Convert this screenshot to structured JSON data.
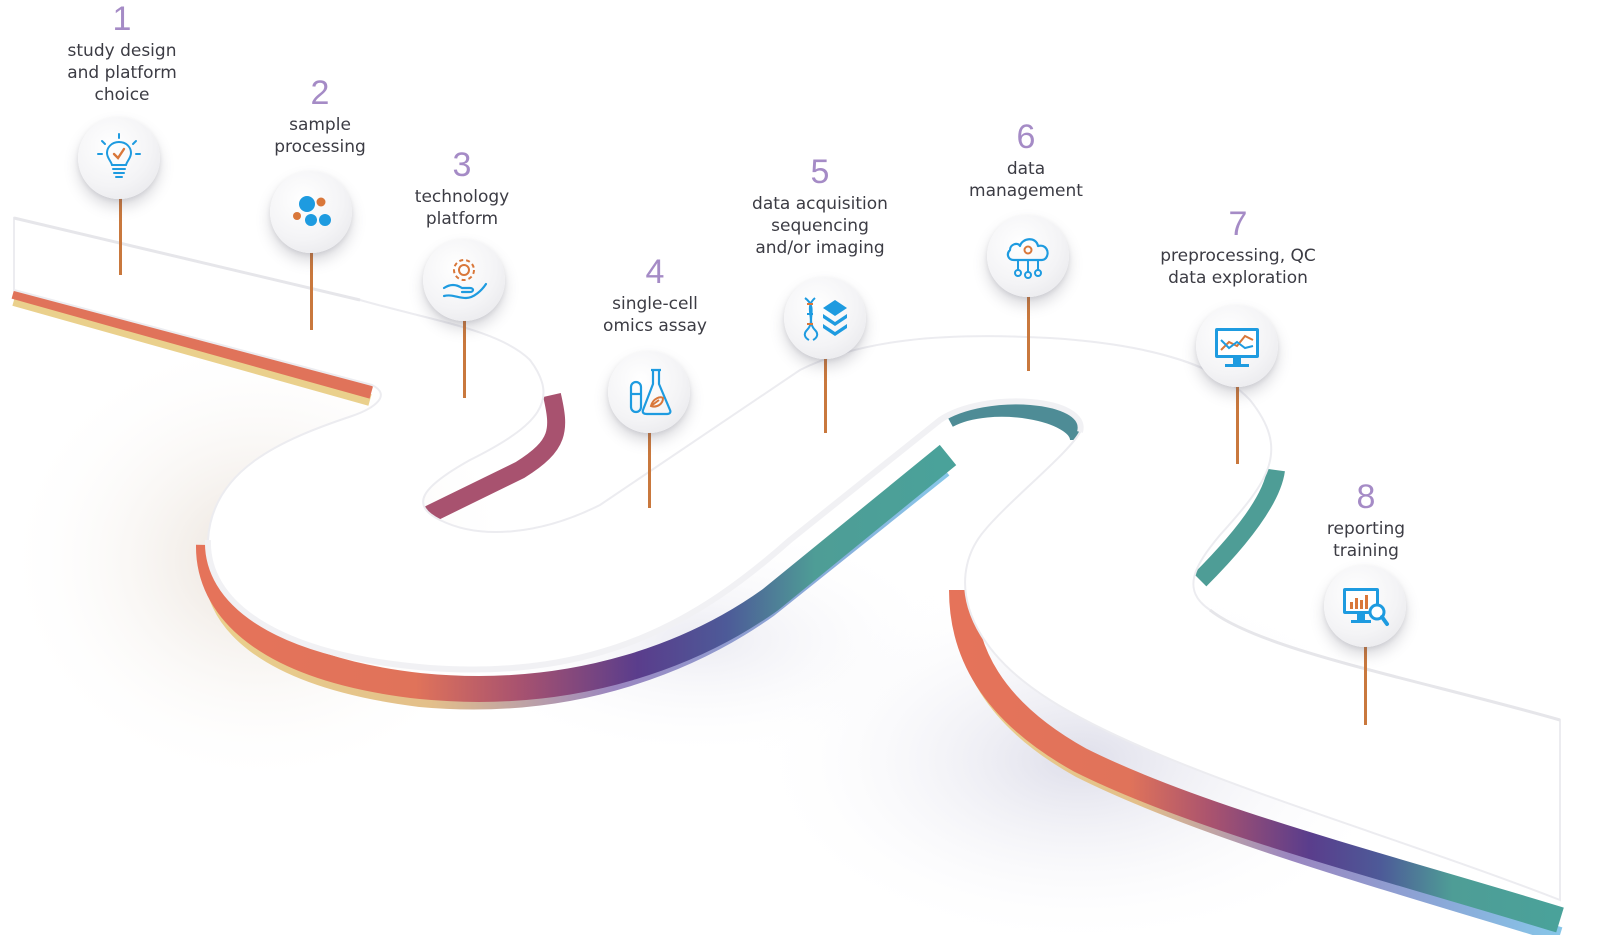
{
  "steps": [
    {
      "number": "1",
      "label": "study design\nand platform\nchoice",
      "icon": "lightbulb-icon"
    },
    {
      "number": "2",
      "label": "sample\nprocessing",
      "icon": "cells-dots-icon"
    },
    {
      "number": "3",
      "label": "technology\nplatform",
      "icon": "gear-hand-icon"
    },
    {
      "number": "4",
      "label": "single-cell\nomics assay",
      "icon": "lab-flask-icon"
    },
    {
      "number": "5",
      "label": "data acquisition\nsequencing\nand/or imaging",
      "icon": "dna-layers-icon"
    },
    {
      "number": "6",
      "label": "data\nmanagement",
      "icon": "cloud-network-icon"
    },
    {
      "number": "7",
      "label": "preprocessing, QC\ndata exploration",
      "icon": "monitor-chart-icon"
    },
    {
      "number": "8",
      "label": "reporting\ntraining",
      "icon": "report-magnifier-icon"
    }
  ],
  "colors": {
    "number": "#a58bc6",
    "label": "#3c3c44",
    "pin": "#c9783d",
    "icon_blue": "#1e9be0",
    "icon_orange": "#d9773a",
    "road_orange": "#e0735a",
    "road_purple": "#5a3d8c",
    "road_teal": "#4e9d96"
  }
}
